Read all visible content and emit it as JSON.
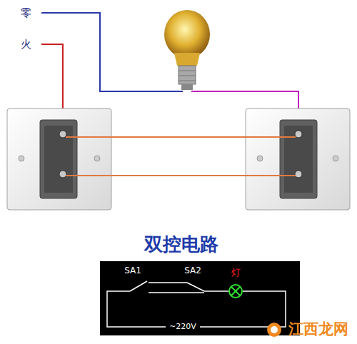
{
  "diagram": {
    "title": "双控电路",
    "labels": [
      "零",
      "火",
      "SA1",
      "SA2",
      "灯",
      "~220V",
      "江西龙网"
    ]
  }
}
